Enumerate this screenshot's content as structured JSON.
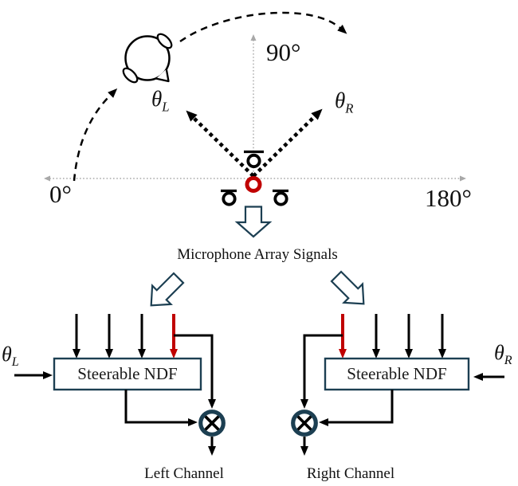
{
  "colors": {
    "ink": "#000000",
    "highlight_red": "#c00000",
    "shape_outline": "#1c3f52",
    "axis_gray": "#a8a8a8",
    "background": "#ffffff"
  },
  "icons": {
    "listener_head": "head-top-view-with-ears-and-nose",
    "microphone": "circle-with-top-bar",
    "reference_microphone": "red-circle",
    "flow_arrow": "hollow-block-arrow",
    "multiplier": "otimes-circle"
  },
  "polar_plot": {
    "angle_0": "0°",
    "angle_90": "90°",
    "angle_180": "180°",
    "theta_left": {
      "base": "θ",
      "sub": "L"
    },
    "theta_right": {
      "base": "θ",
      "sub": "R"
    }
  },
  "flow": {
    "array_label": "Microphone Array Signals",
    "left_branch": {
      "angle_input": {
        "base": "θ",
        "sub": "L"
      },
      "block_label": "Steerable NDF",
      "output_label": "Left Channel"
    },
    "right_branch": {
      "angle_input": {
        "base": "θ",
        "sub": "R"
      },
      "block_label": "Steerable NDF",
      "output_label": "Right Channel"
    }
  }
}
